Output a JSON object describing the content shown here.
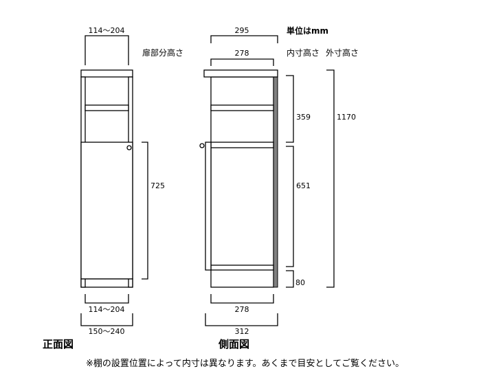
{
  "unit_label": "単位はmm",
  "front_view": {
    "title": "正面図",
    "top_width": "114〜204",
    "door_height_label": "扉部分高さ",
    "door_height": "725",
    "inner_width": "114〜204",
    "outer_width": "150〜240"
  },
  "side_view": {
    "title": "側面図",
    "top_outer_depth": "295",
    "top_inner_depth": "278",
    "inner_height_label": "内寸高さ",
    "outer_height_label": "外寸高さ",
    "upper_inner_height": "359",
    "lower_inner_height": "651",
    "base_height": "80",
    "total_height": "1170",
    "bottom_inner_depth": "278",
    "bottom_outer_depth": "312",
    "side_panel_color": "#808080"
  },
  "note": "※棚の設置位置によって内寸は異なります。あくまで目安としてご覧ください。"
}
